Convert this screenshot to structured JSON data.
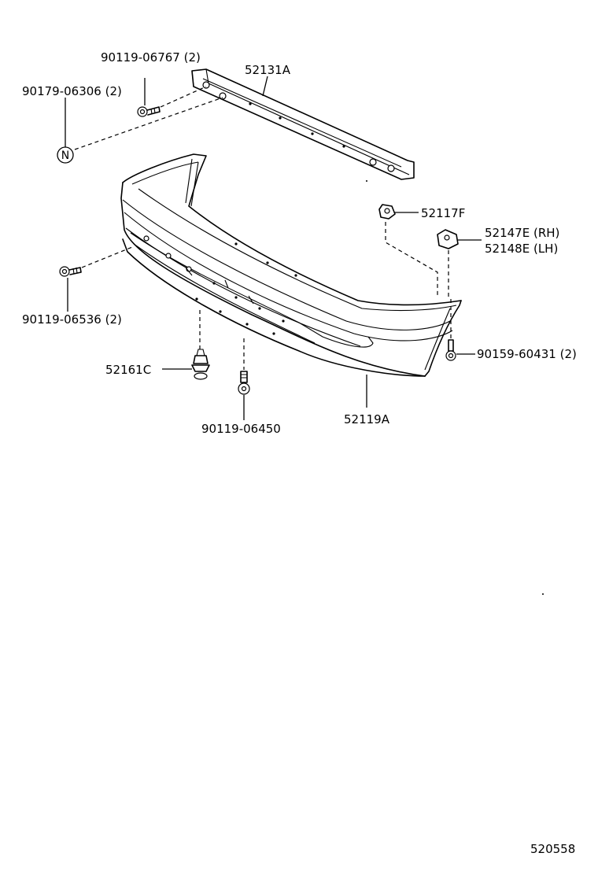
{
  "callouts": {
    "bolt_top": "90119-06767 (2)",
    "nut_n": "90179-06306 (2)",
    "reinforcement": "52131A",
    "retainer_f": "52117F",
    "bracket_rh": "52147E (RH)",
    "bracket_lh": "52148E (LH)",
    "bolt_left": "90119-06536 (2)",
    "screw_right": "90159-60431 (2)",
    "clip": "52161C",
    "bolt_bottom": "90119-06450",
    "bumper_cover": "52119A"
  },
  "nut_symbol": "N",
  "figure_number": "520558"
}
